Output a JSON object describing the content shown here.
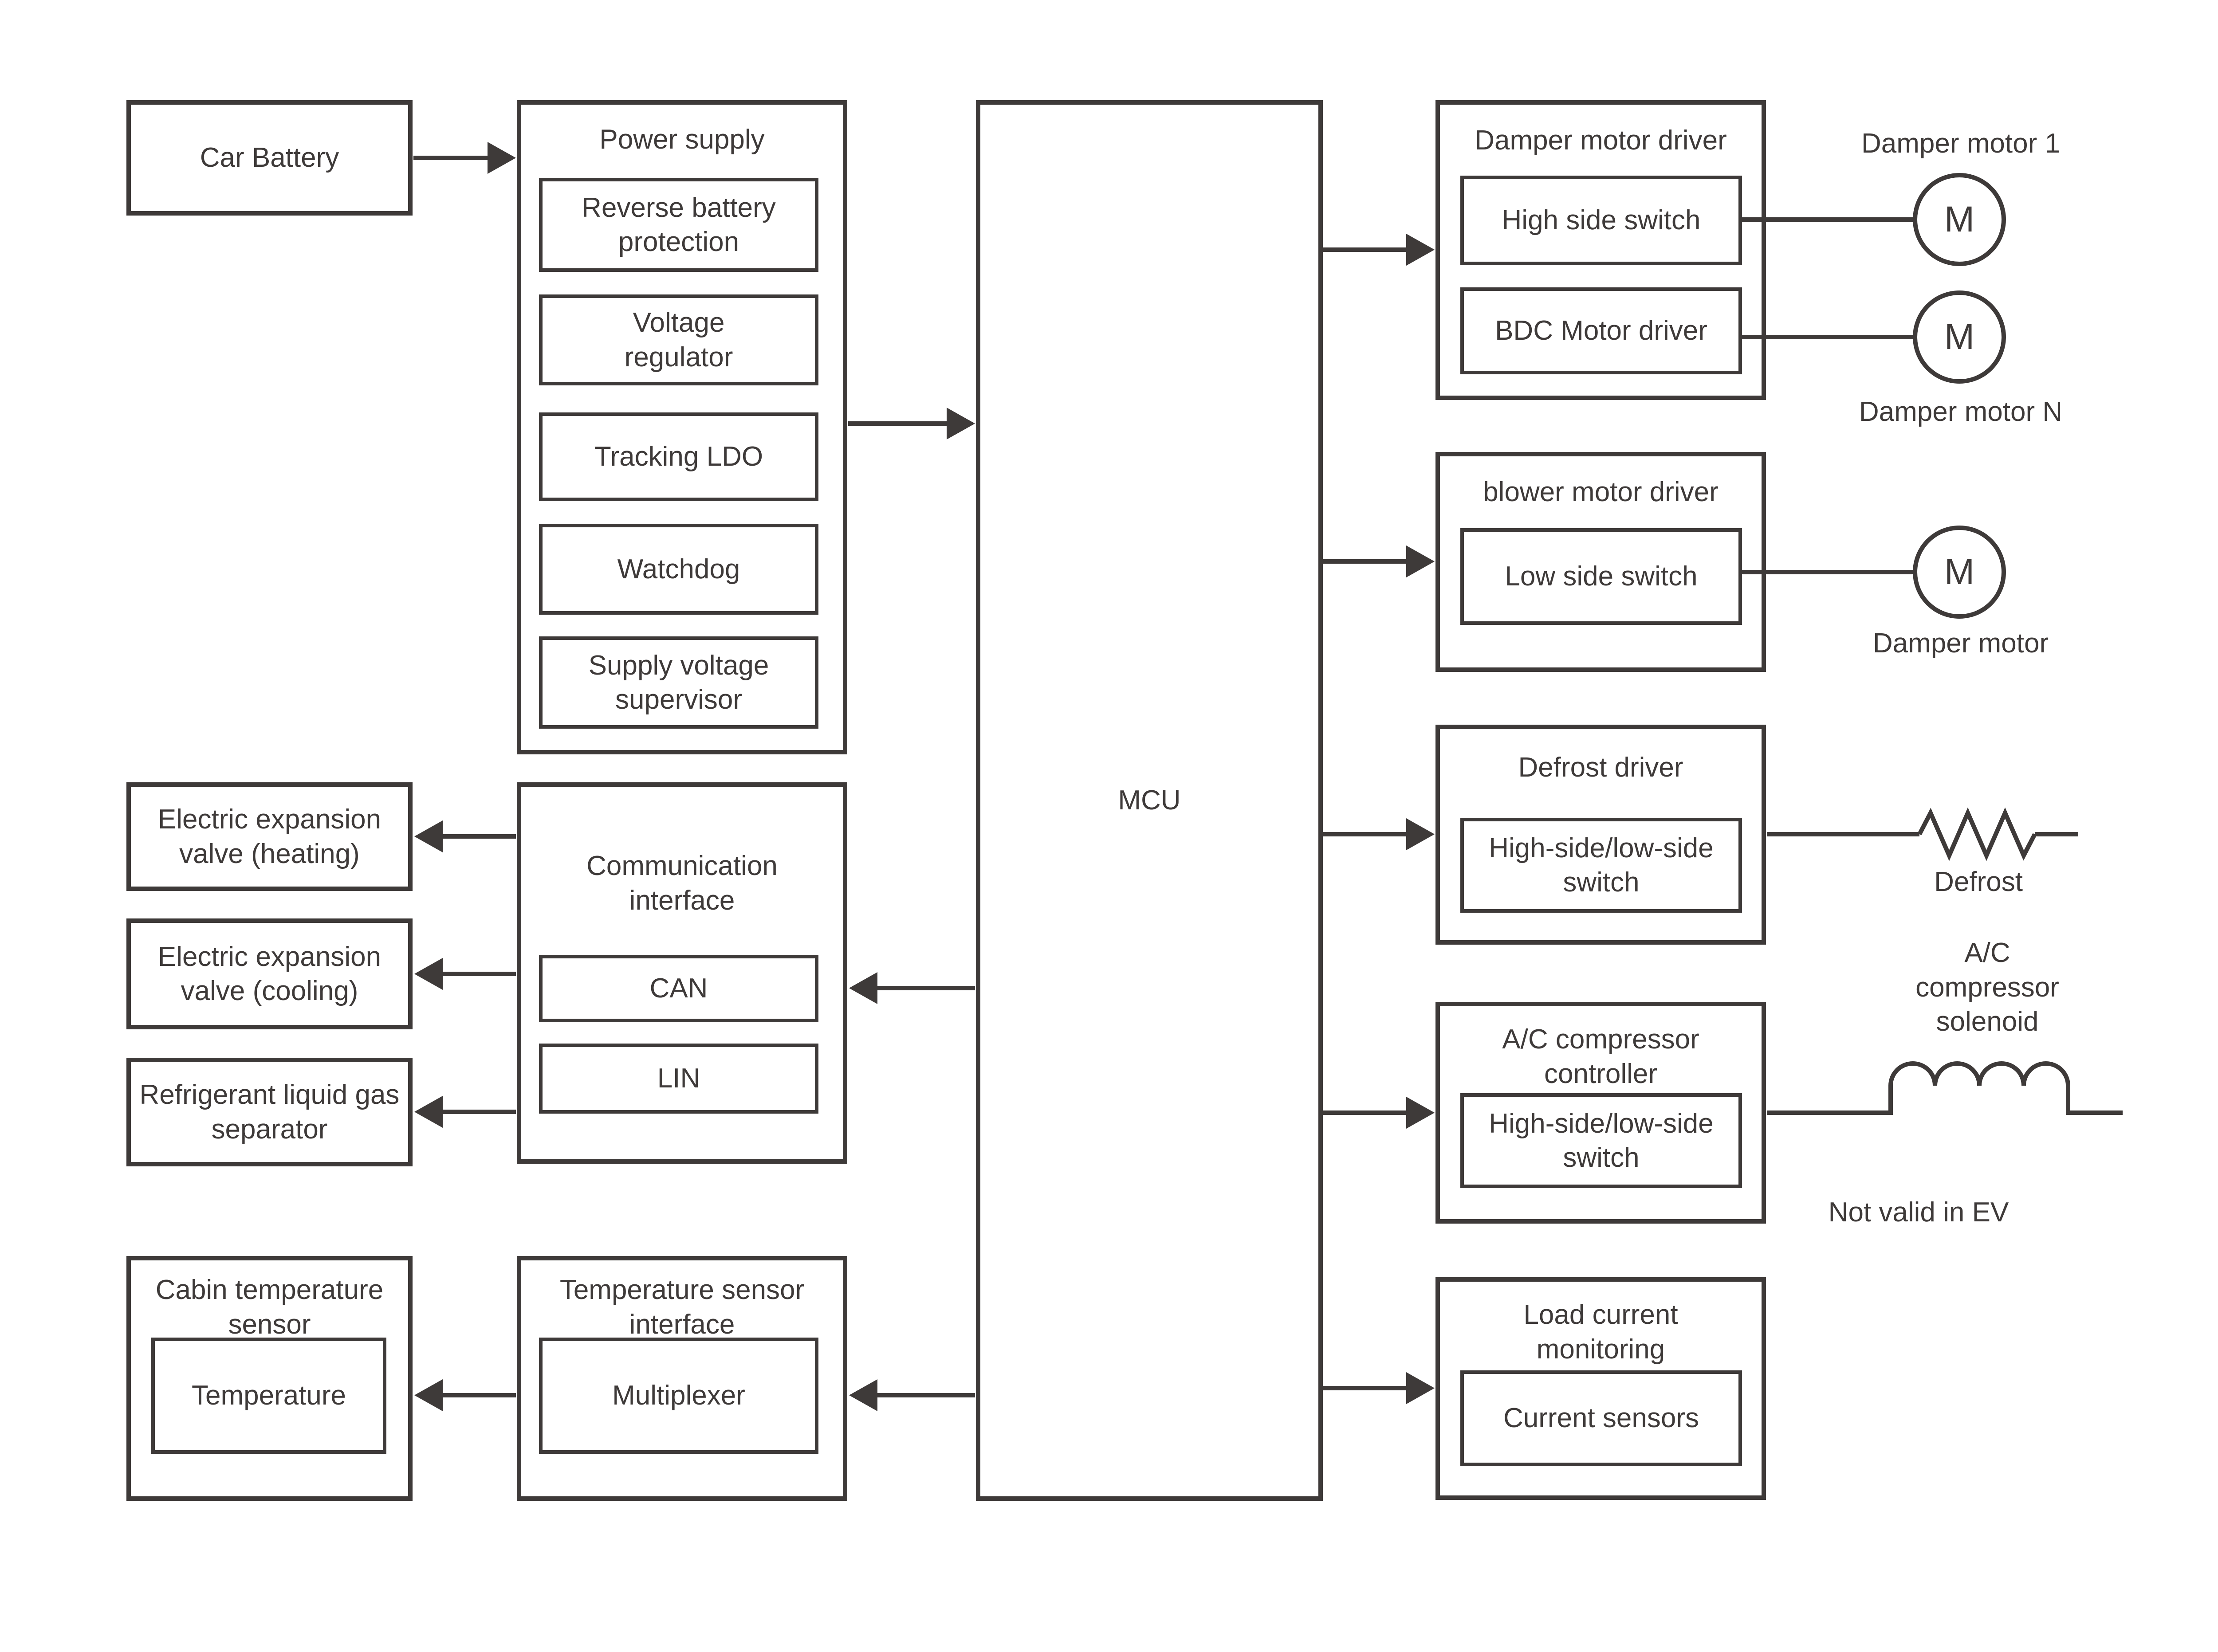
{
  "colors": {
    "stroke": "#3e3a39",
    "background": "#ffffff"
  },
  "left": {
    "car_battery": {
      "label": "Car Battery"
    },
    "power_supply": {
      "title": "Power supply",
      "items": [
        "Reverse battery protection",
        "Voltage regulator",
        "Tracking LDO",
        "Watchdog",
        "Supply voltage supervisor"
      ]
    },
    "actuators": [
      "Electric expansion valve (heating)",
      "Electric expansion valve (cooling)",
      "Refrigerant liquid gas separator"
    ],
    "communication_interface": {
      "title": "Communication interface",
      "items": [
        "CAN",
        "LIN"
      ]
    },
    "cabin_temperature_sensor": {
      "title": "Cabin temperature sensor",
      "item": "Temperature"
    },
    "temperature_sensor_interface": {
      "title": "Temperature sensor interface",
      "item": "Multiplexer"
    }
  },
  "center": {
    "mcu_label": "MCU"
  },
  "right": {
    "damper_motor_driver": {
      "title": "Damper motor driver",
      "items": [
        "High side switch",
        "BDC Motor driver"
      ]
    },
    "blower_motor_driver": {
      "title": "blower motor driver",
      "items": [
        "Low side switch"
      ]
    },
    "defrost_driver": {
      "title": "Defrost driver",
      "items": [
        "High-side/low-side switch"
      ]
    },
    "ac_compressor_controller": {
      "title": "A/C compressor controller",
      "items": [
        "High-side/low-side switch"
      ]
    },
    "load_current_monitoring": {
      "title": "Load current monitoring",
      "items": [
        "Current sensors"
      ]
    },
    "motor_symbol": "M",
    "annotations": {
      "damper_motor_1": "Damper motor 1",
      "damper_motor_n": "Damper motor N",
      "damper_motor": "Damper motor",
      "defrost": "Defrost",
      "ac_compressor_solenoid": "A/C compressor solenoid",
      "not_valid_in_ev": "Not valid in EV"
    }
  }
}
